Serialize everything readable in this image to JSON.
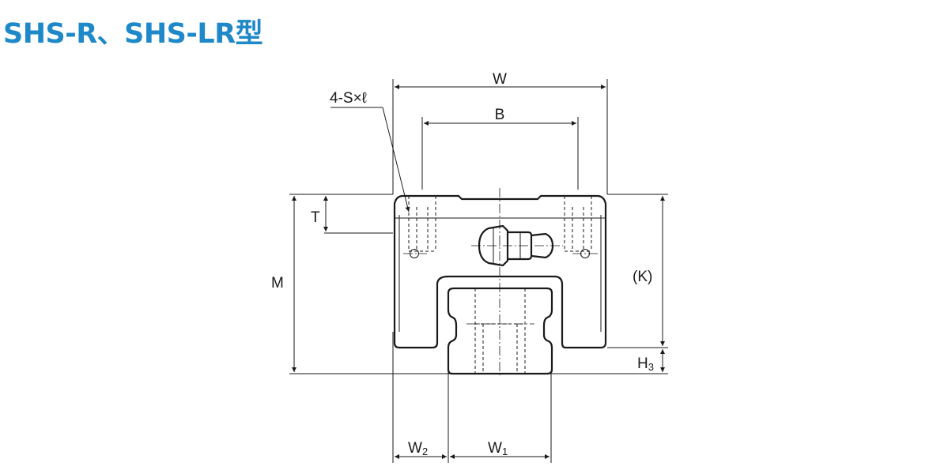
{
  "title": "SHS-R、SHS-LR型",
  "colors": {
    "title": "#1e88c8",
    "line": "#1a1a1a",
    "background": "#ffffff"
  },
  "labels": {
    "W": "W",
    "B": "B",
    "screw": "4-S×ℓ",
    "T": "T",
    "M": "M",
    "K": "(K)",
    "H3_main": "H",
    "H3_sub": "3",
    "W2_main": "W",
    "W2_sub": "2",
    "W1_main": "W",
    "W1_sub": "1"
  }
}
